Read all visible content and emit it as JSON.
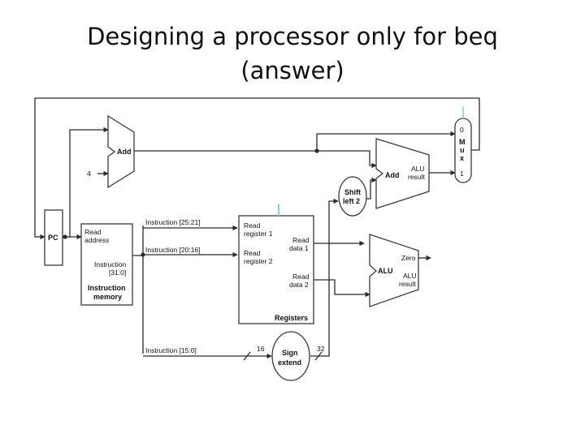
{
  "slide": {
    "title_line1": "Designing a processor only for beq",
    "title_line2": "(answer)"
  },
  "diagram": {
    "pc": "PC",
    "add_pc": "Add",
    "const_four": "4",
    "imem": {
      "read_address_1": "Read",
      "read_address_2": "address",
      "instr_1": "Instruction",
      "instr_2": "[31:0]",
      "name_1": "Instruction",
      "name_2": "memory"
    },
    "fields": {
      "rs": "Instruction [25:21]",
      "rt": "Instruction [20:16]",
      "imm": "Instruction [15:0]"
    },
    "registers": {
      "rr1_1": "Read",
      "rr1_2": "register 1",
      "rr2_1": "Read",
      "rr2_2": "register 2",
      "rd1_1": "Read",
      "rd1_2": "data 1",
      "rd2_1": "Read",
      "rd2_2": "data 2",
      "name": "Registers"
    },
    "shift": {
      "line1": "Shift",
      "line2": "left 2"
    },
    "sign_extend": {
      "line1": "Sign",
      "line2": "extend",
      "in_width": "16",
      "out_width": "32"
    },
    "add_branch": {
      "name": "Add",
      "result_1": "ALU",
      "result_2": "result"
    },
    "alu": {
      "name": "ALU",
      "zero": "Zero",
      "result_1": "ALU",
      "result_2": "result"
    },
    "mux": {
      "in0": "0",
      "m": "M",
      "u": "u",
      "x": "x",
      "in1": "1"
    }
  },
  "colors": {
    "wire": "#2b2b2b",
    "accent": "#7fd3d3"
  }
}
